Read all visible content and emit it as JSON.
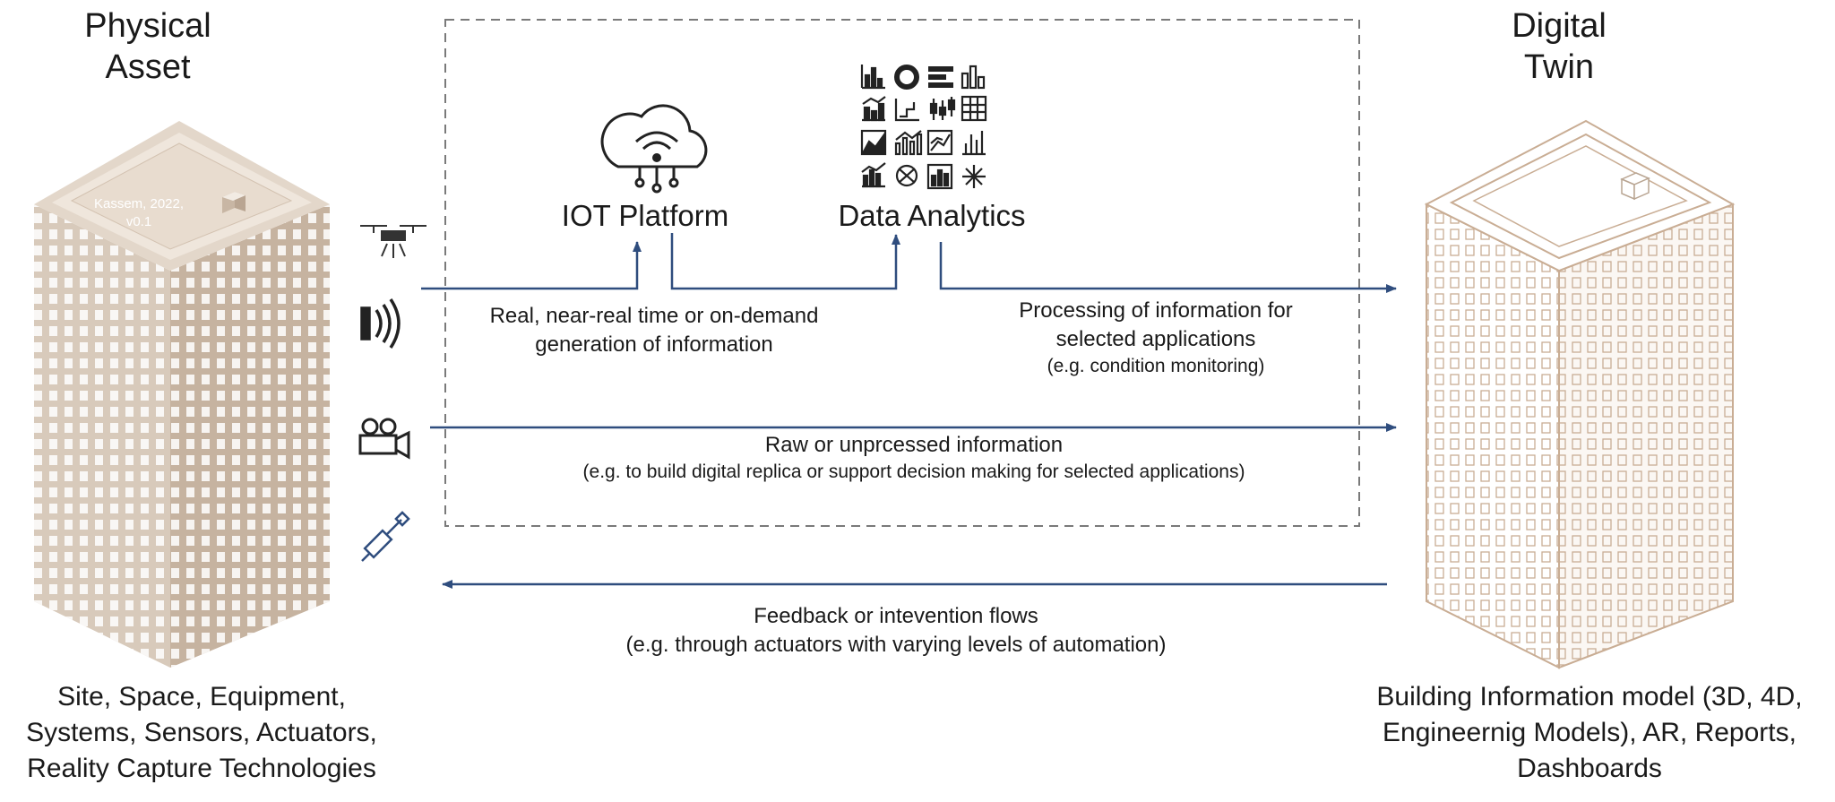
{
  "physical": {
    "title_line1": "Physical",
    "title_line2": "Asset",
    "watermark_line1": "Kassem, 2022,",
    "watermark_line2": "v0.1",
    "caption_line1": "Site, Space, Equipment,",
    "caption_line2": "Systems, Sensors, Actuators,",
    "caption_line3": "Reality Capture Technologies"
  },
  "digital": {
    "title_line1": "Digital",
    "title_line2": "Twin",
    "caption_line1": "Building Information model (3D, 4D,",
    "caption_line2": "Engineernig Models), AR, Reports,",
    "caption_line3": "Dashboards"
  },
  "nodes": {
    "iot": "IOT Platform",
    "analytics": "Data Analytics"
  },
  "flows": {
    "realtime_line1": "Real, near-real time or on-demand",
    "realtime_line2": "generation of information",
    "processing_line1": "Processing of information for",
    "processing_line2": "selected applications",
    "processing_line3": "(e.g. condition monitoring)",
    "raw_line1": "Raw or unprcessed information",
    "raw_line2": "(e.g. to build digital replica or support decision making for selected applications)",
    "feedback_line1": "Feedback or intevention flows",
    "feedback_line2": "(e.g. through actuators with varying levels of automation)"
  },
  "colors": {
    "arrow": "#2f4d7e",
    "building_physical": "#ddd0c2",
    "building_physical_dark": "#c8b6a4",
    "building_outline_twin": "#c9ad94",
    "dashed_box": "#7a7a7a"
  },
  "icons": [
    "drone-icon",
    "wireless-sensor-icon",
    "camera-icon",
    "actuator-icon",
    "cloud-iot-icon",
    "analytics-charts-icon"
  ]
}
